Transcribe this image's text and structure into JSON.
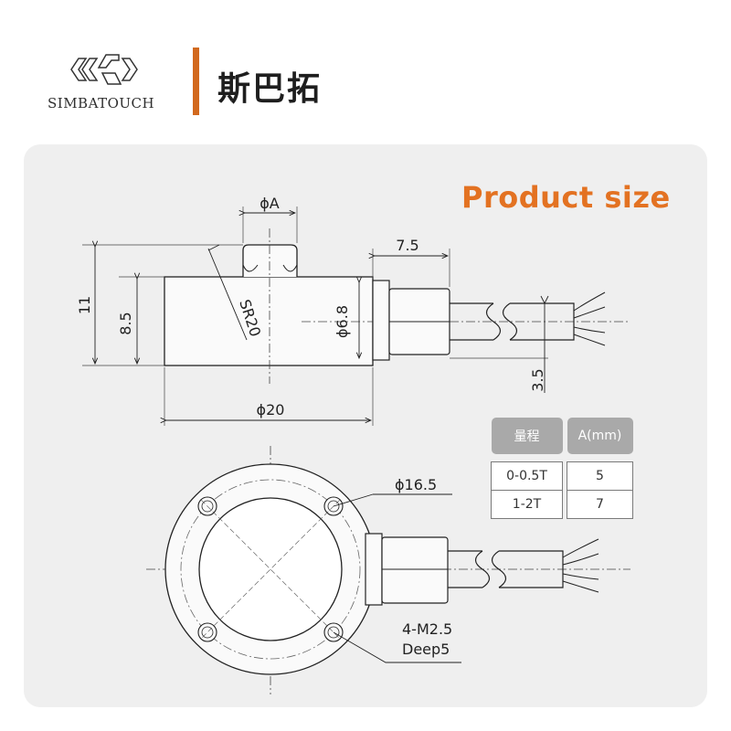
{
  "header": {
    "logo_text": "SIMBATOUCH",
    "brand_name": "斯巴拓",
    "accent_color": "#d2691e"
  },
  "title": "Product size",
  "title_color": "#e37222",
  "dimensions": {
    "phi_a": "ϕA",
    "sr20": "SR20",
    "eleven": "11",
    "eight_five": "8.5",
    "phi_6_8": "ϕ6.8",
    "seven_five": "7.5",
    "three_five": "3.5",
    "phi_20": "ϕ20",
    "phi_16_5": "ϕ16.5",
    "m25_line1": "4-M2.5",
    "m25_line2": "Deep5"
  },
  "spec_table": {
    "headers": [
      "量程",
      "A(mm)"
    ],
    "rows": [
      [
        "0-0.5T",
        "5"
      ],
      [
        "1-2T",
        "7"
      ]
    ]
  }
}
